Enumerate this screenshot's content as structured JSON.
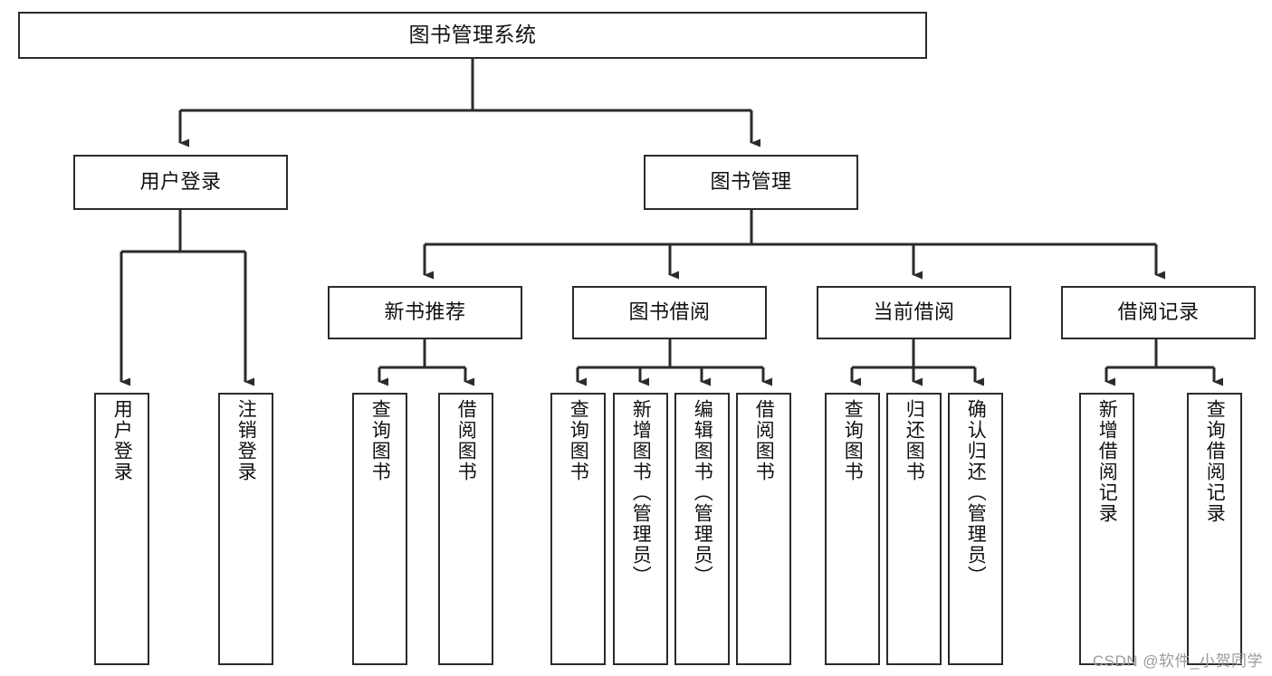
{
  "diagram": {
    "title": "图书管理系统",
    "root": {
      "label": "图书管理系统"
    },
    "level1": [
      {
        "label": "用户登录"
      },
      {
        "label": "图书管理"
      }
    ],
    "level2": [
      {
        "label": "新书推荐"
      },
      {
        "label": "图书借阅"
      },
      {
        "label": "当前借阅"
      },
      {
        "label": "借阅记录"
      }
    ],
    "leaves": {
      "user_login": [
        {
          "label": "用户登录"
        },
        {
          "label": "注销登录"
        }
      ],
      "new_book": [
        {
          "label": "查询图书"
        },
        {
          "label": "借阅图书"
        }
      ],
      "book_borrow": [
        {
          "label": "查询图书"
        },
        {
          "label": "新增图书（管理员）"
        },
        {
          "label": "编辑图书（管理员）"
        },
        {
          "label": "借阅图书"
        }
      ],
      "current_borrow": [
        {
          "label": "查询图书"
        },
        {
          "label": "归还图书"
        },
        {
          "label": "确认归还（管理员）"
        }
      ],
      "borrow_record": [
        {
          "label": "新增借阅记录"
        },
        {
          "label": "查询借阅记录"
        }
      ]
    }
  },
  "watermark": {
    "text": "CSDN @软件_小贺同学"
  },
  "colors": {
    "stroke": "#2b2b2b",
    "fill": "#ffffff",
    "text": "#111111",
    "watermark": "#9b9b9b"
  }
}
